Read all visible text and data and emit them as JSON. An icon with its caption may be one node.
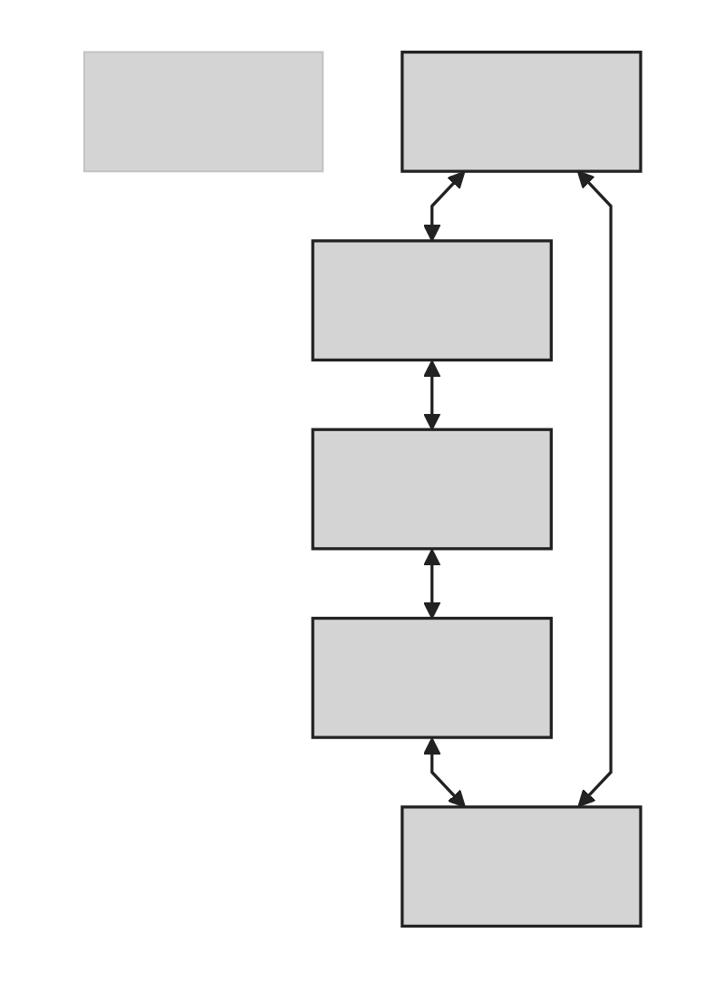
{
  "diagram": {
    "nodes": [
      {
        "text": [],
        "shape": "bar"
      },
      {
        "text": [],
        "shape": "box"
      },
      {
        "text": [],
        "shape": "box"
      },
      {
        "text": [],
        "shape": "box"
      },
      {
        "text": [],
        "shape": "box"
      },
      {
        "text": [],
        "shape": "box"
      }
    ],
    "edges": [
      {
        "from": 1,
        "to": 2,
        "arrow": "both"
      },
      {
        "from": 2,
        "to": 3,
        "arrow": "both"
      },
      {
        "from": 3,
        "to": 4,
        "arrow": "both"
      },
      {
        "from": 4,
        "to": 5,
        "arrow": "both"
      },
      {
        "from": 5,
        "to": 1,
        "arrow": "both"
      }
    ]
  }
}
